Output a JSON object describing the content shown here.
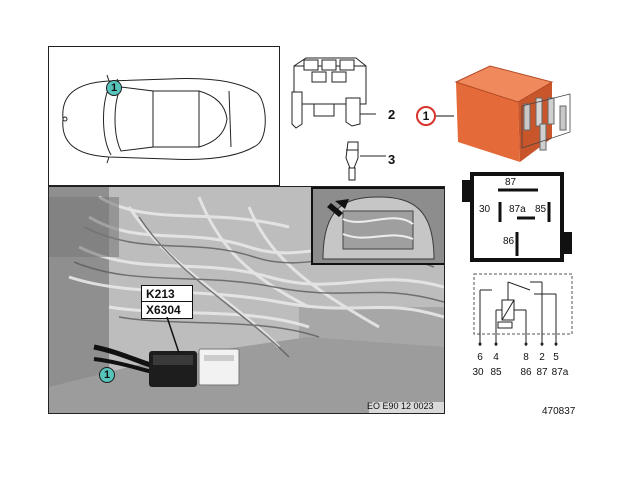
{
  "callouts": {
    "car_callout": "1",
    "photo_callout": "1",
    "relay_callout": "1",
    "socket_callout": "2",
    "terminal_callout": "3"
  },
  "photo_labels": {
    "component_code": "K213",
    "connector_code": "X6304",
    "image_ref": "EO E90 12 0023"
  },
  "relay_pins": {
    "p87": "87",
    "p30": "30",
    "p87a": "87a",
    "p85": "85",
    "p86": "86"
  },
  "schematic": {
    "pin_numbers": [
      "6",
      "4",
      "8",
      "2",
      "5"
    ],
    "pin_names": [
      "30",
      "85",
      "86",
      "87",
      "87a"
    ]
  },
  "figure_id": "470837",
  "colors": {
    "relay_orange": "#e46a3a",
    "callout_teal": "#57c4bb",
    "callout_ring_red": "#d8322a"
  }
}
